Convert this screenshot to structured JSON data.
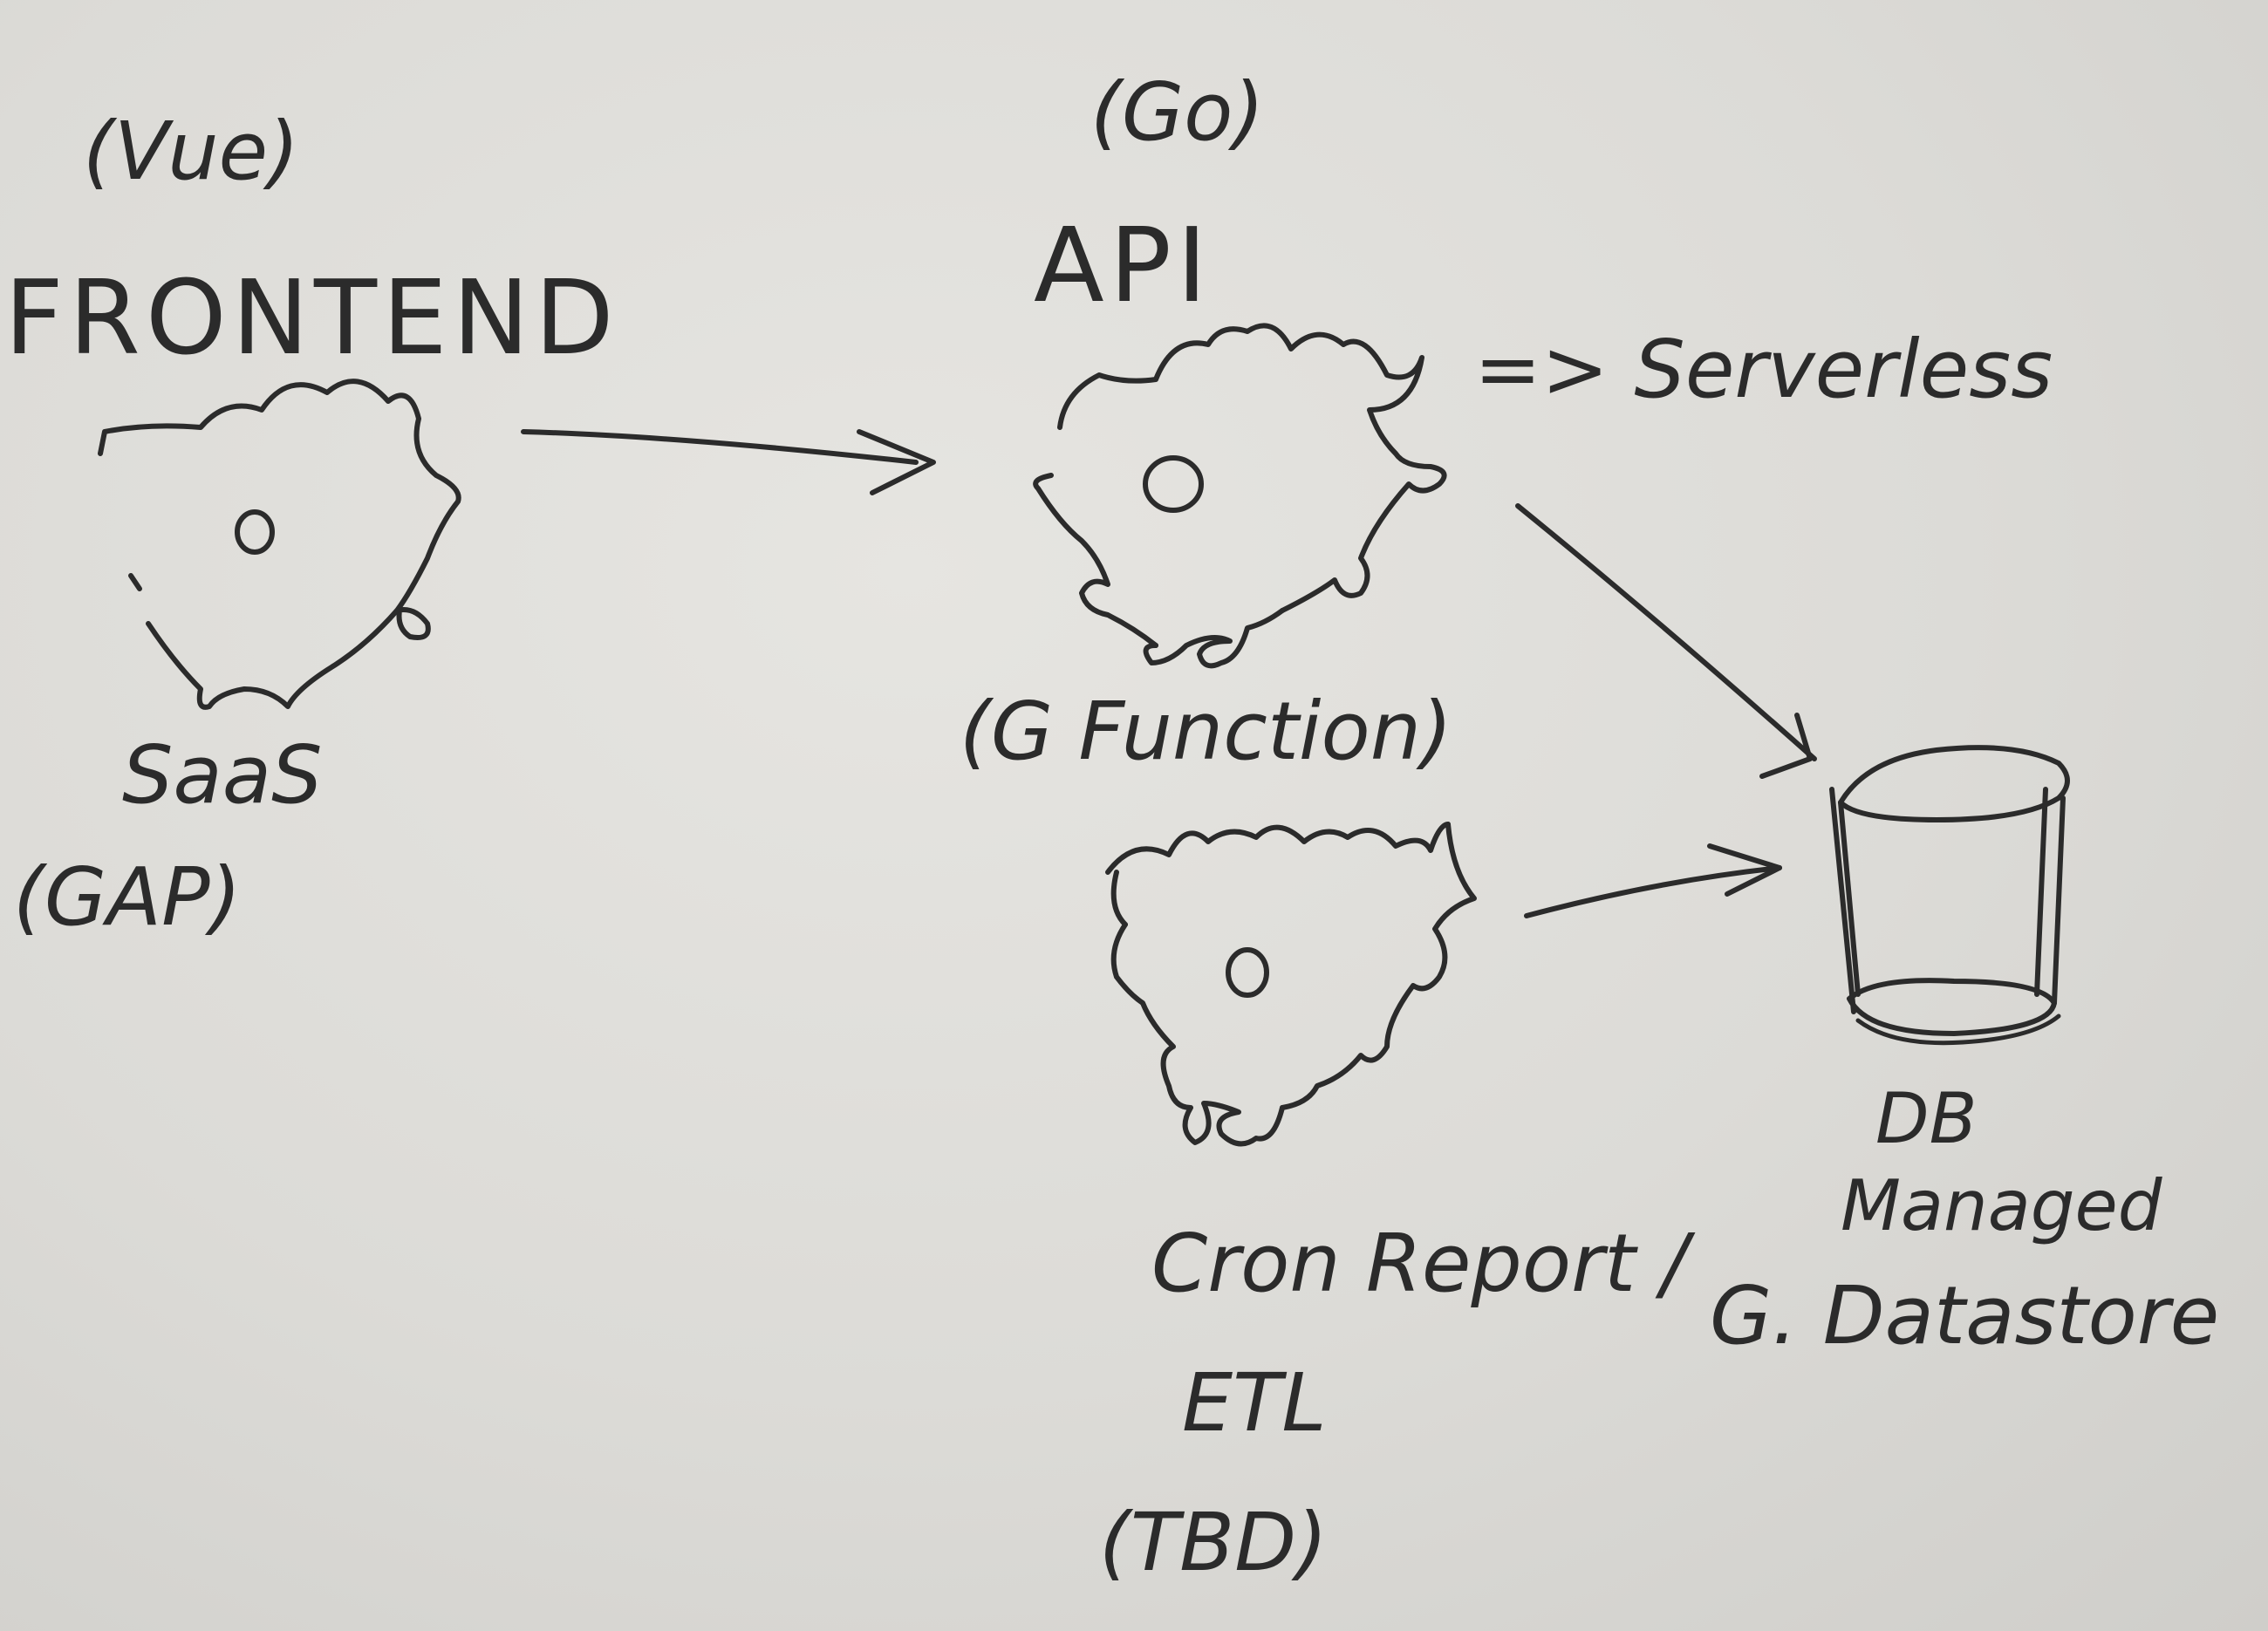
{
  "frontend": {
    "tech": "(Vue)",
    "title": "FRONTEND",
    "host_line1": "SaaS",
    "host_line2": "(GAP)"
  },
  "api": {
    "lang": "(Go)",
    "title": "API",
    "kind": "=> Serverless",
    "sub": "(G Function)"
  },
  "jobs": {
    "line1": "Cron Report /",
    "line2": "ETL",
    "line3": "(TBD)"
  },
  "db": {
    "line1": "DB",
    "line2": "Managed",
    "line3": "G. Datastore"
  }
}
